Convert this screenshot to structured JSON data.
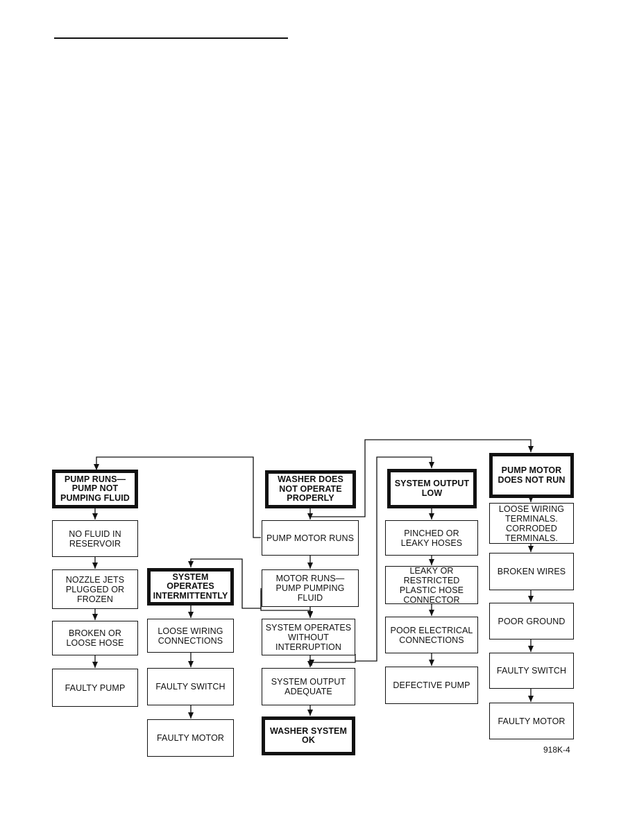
{
  "diagram": {
    "figure_ref": "918K-4",
    "washer_does_not_operate": "WASHER DOES\nNOT OPERATE\nPROPERLY",
    "pump_motor_runs": "PUMP MOTOR RUNS",
    "motor_runs_pumping": "MOTOR RUNS—\nPUMP PUMPING\nFLUID",
    "operates_without_interruption": "SYSTEM OPERATES\nWITHOUT\nINTERRUPTION",
    "output_adequate": "SYSTEM OUTPUT\nADEQUATE",
    "washer_ok": "WASHER SYSTEM\nOK",
    "pump_runs_not_pumping": "PUMP RUNS—\nPUMP NOT\nPUMPING FLUID",
    "no_fluid": "NO FLUID IN\nRESERVOIR",
    "nozzle_jets": "NOZZLE JETS\nPLUGGED OR\nFROZEN",
    "broken_hose": "BROKEN OR\nLOOSE HOSE",
    "faulty_pump": "FAULTY PUMP",
    "intermittent": "SYSTEM\nOPERATES\nINTERMITTENTLY",
    "loose_connections": "LOOSE WIRING\nCONNECTIONS",
    "faulty_switch_a": "FAULTY SWITCH",
    "faulty_motor_a": "FAULTY MOTOR",
    "output_low": "SYSTEM OUTPUT\nLOW",
    "pinched_hoses": "PINCHED OR\nLEAKY HOSES",
    "leaky_connector": "LEAKY OR RESTRICTED\nPLASTIC HOSE\nCONNECTOR",
    "poor_electrical": "POOR ELECTRICAL\nCONNECTIONS",
    "defective_pump": "DEFECTIVE PUMP",
    "motor_not_run": "PUMP MOTOR\nDOES NOT RUN",
    "loose_terminals": "LOOSE WIRING\nTERMINALS.\nCORRODED\nTERMINALS.",
    "broken_wires": "BROKEN WIRES",
    "poor_ground": "POOR GROUND",
    "faulty_switch_b": "FAULTY SWITCH",
    "faulty_motor_b": "FAULTY MOTOR"
  }
}
